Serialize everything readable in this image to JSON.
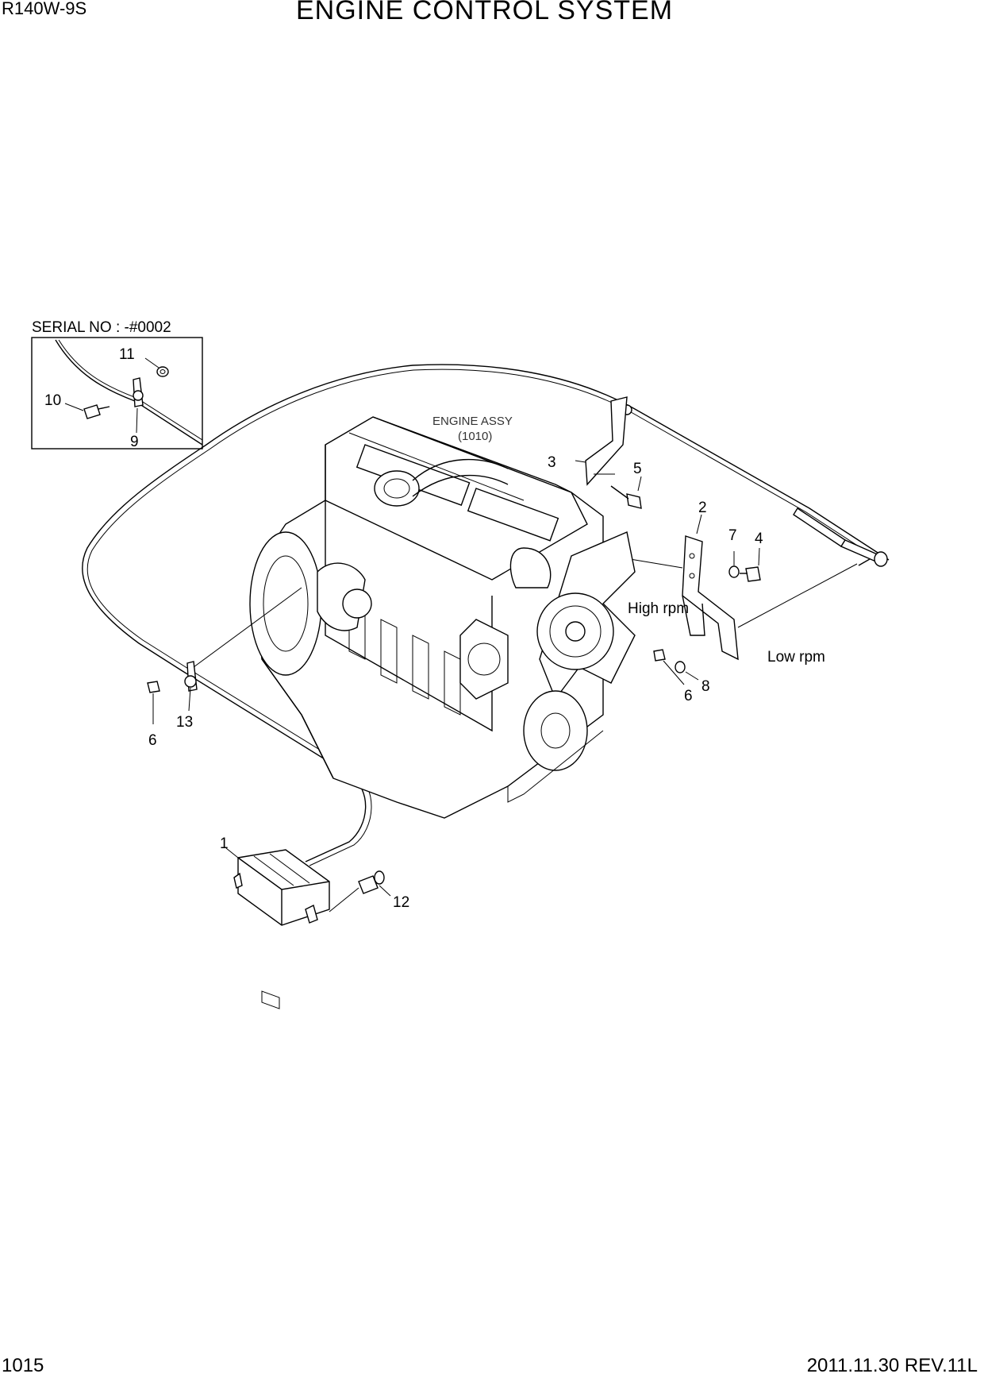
{
  "header": {
    "model": "R140W-9S",
    "title": "ENGINE CONTROL SYSTEM"
  },
  "footer": {
    "page_number": "1015",
    "date_rev": "2011.11.30  REV.11L"
  },
  "diagram": {
    "serial_note": "SERIAL NO : -#0002",
    "engine_label": "ENGINE ASSY",
    "engine_ref": "(1010)",
    "high_rpm": "High rpm",
    "low_rpm": "Low rpm",
    "callouts": {
      "c1": "1",
      "c2": "2",
      "c3": "3",
      "c4": "4",
      "c5": "5",
      "c6a": "6",
      "c6b": "6",
      "c7": "7",
      "c8": "8",
      "c9": "9",
      "c10": "10",
      "c11": "11",
      "c12": "12",
      "c13": "13"
    }
  }
}
